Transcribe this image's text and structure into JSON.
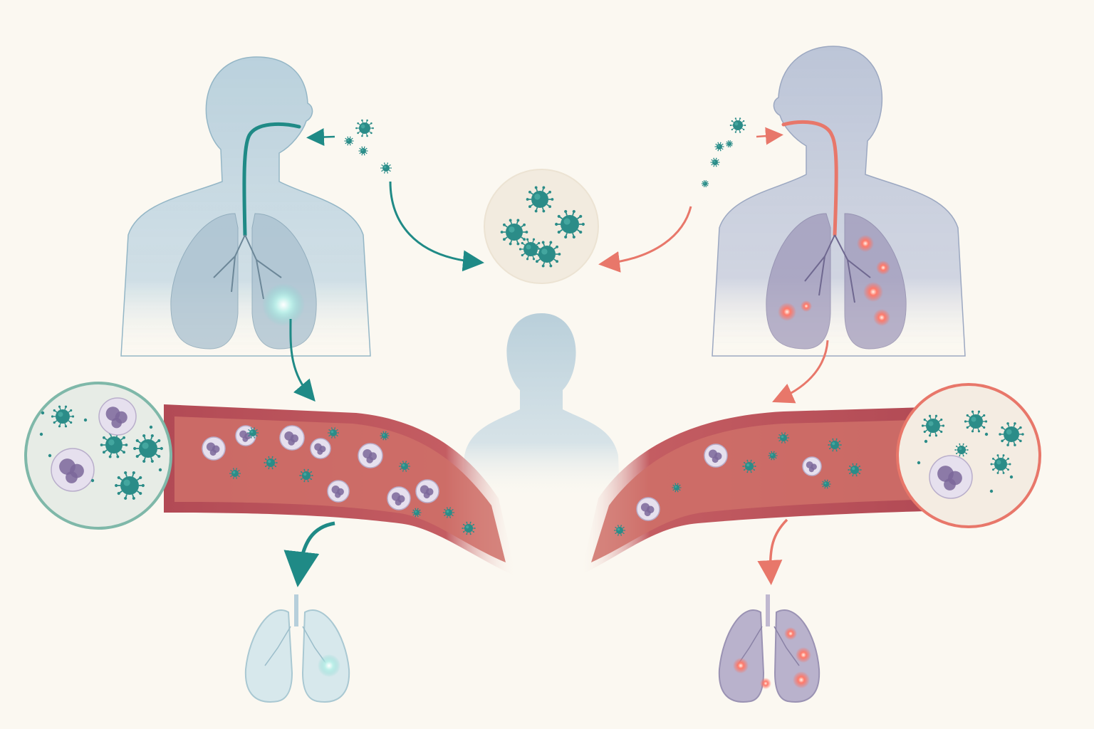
{
  "palette": {
    "background": "#fbf8f1",
    "protected_accent": "#1f8a86",
    "susceptible_accent": "#e8776a",
    "body_protected": "#b9d0dc",
    "body_susceptible": "#bfc6d8",
    "lung_protected": "#c9dde6",
    "lung_susceptible": "#b7b0c9",
    "vessel_outer": "#b9505a",
    "vessel_inner": "#c95f63",
    "virus": "#2b8c88",
    "immune_cell": "#e6e0ee",
    "immune_nucleus": "#7b679a",
    "center_figure": "#c3d6e0",
    "virus_pool_fill": "#f3ece0"
  },
  "icons": {
    "virus": "virus-icon",
    "immune_cell": "neutrophil-icon",
    "arrow": "arrow-icon",
    "lungs": "lungs-icon"
  },
  "diagram": {
    "panels": [
      "protected-host",
      "virus-pool",
      "neutral-person",
      "susceptible-host"
    ],
    "left_virus_count_zoom": 4,
    "left_immune_cell_count_zoom": 2,
    "right_virus_count_zoom": 5,
    "right_immune_cell_count_zoom": 1,
    "pool_virus_count": 5
  }
}
